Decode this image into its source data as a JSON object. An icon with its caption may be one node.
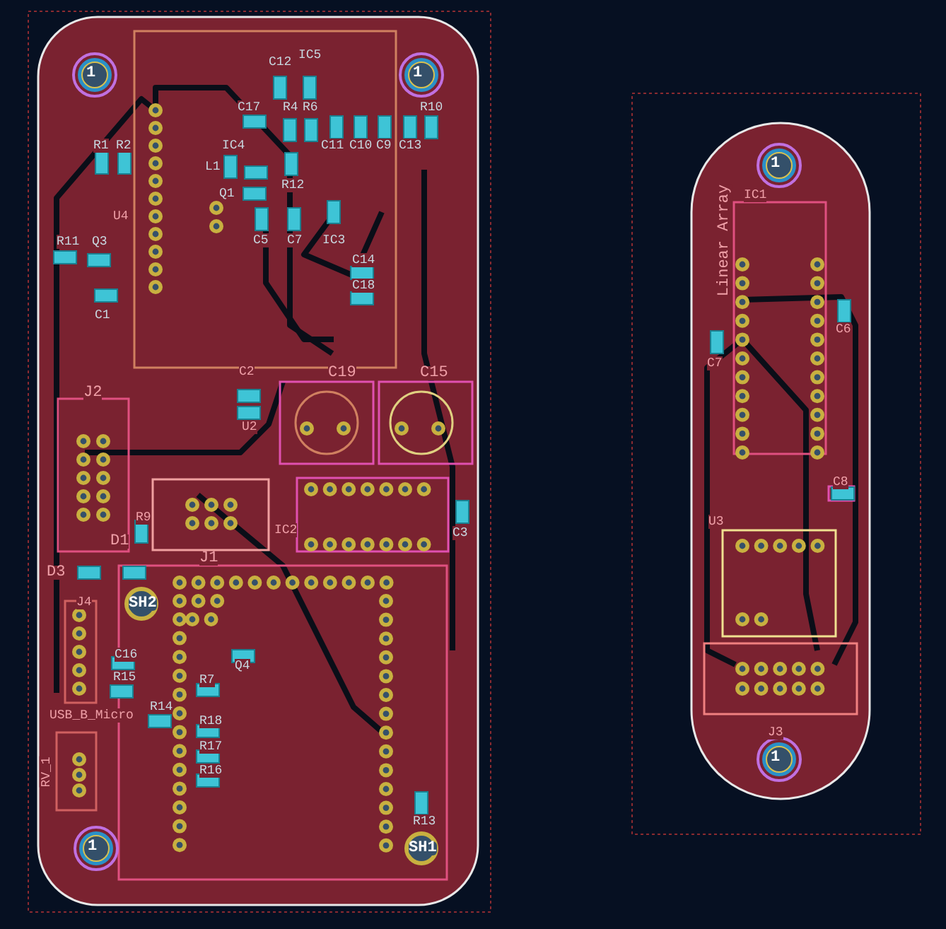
{
  "diagram": {
    "labels": [
      "1",
      "C12",
      "IC5",
      "1",
      "C17",
      "R4",
      "R6",
      "R10",
      "R1",
      "R2",
      "IC4",
      "C11",
      "C10",
      "C9",
      "C13",
      "L1",
      "Q1",
      "R12",
      "U4",
      "R11",
      "Q3",
      "C5",
      "C7",
      "IC3",
      "C14",
      "C18",
      "C1",
      "C2",
      "C19",
      "C15",
      "J2",
      "U2",
      "R9",
      "D1",
      "IC2",
      "C3",
      "D3",
      "J1",
      "J4",
      "SH2",
      "C16",
      "R15",
      "R14",
      "Q4",
      "R7",
      "R18",
      "R17",
      "R16",
      "USB_B_Micro",
      "RV_1",
      "1",
      "R13",
      "SH1",
      "1",
      "Linear Array",
      "IC1",
      "C6",
      "C7",
      "C8",
      "U3",
      "J3",
      "1"
    ]
  }
}
